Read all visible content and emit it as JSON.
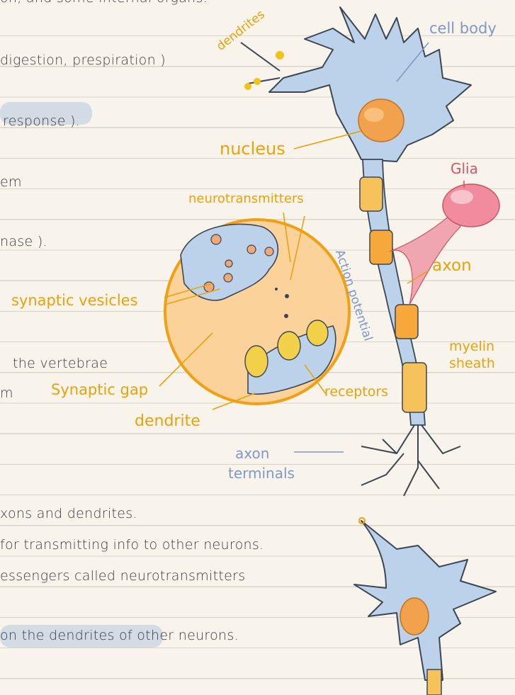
{
  "notes": {
    "line1": "on, and some internal organs.",
    "line2": "digestion, prespiration )",
    "line3": "response ).",
    "line4": "em",
    "line5": "nase ).",
    "line6": "the vertebrae",
    "line7": "m",
    "line8": "xons and dendrites.",
    "line9": "for transmitting info to other neurons.",
    "line10": "essengers called neurotransmitters",
    "line11": "on the dendrites of other neurons."
  },
  "labels": {
    "dendrites": "dendrites",
    "cell_body": "cell body",
    "nucleus": "nucleus",
    "glia": "Glia",
    "neurotransmitters": "neurotransmitters",
    "action_potential": "Action potential",
    "axon": "axon",
    "synaptic_vesicles": "synaptic vesicles",
    "myelin": "myelin",
    "sheath": "sheath",
    "synaptic_gap": "Synaptic gap",
    "receptors": "receptors",
    "dendrite": "dendrite",
    "axon_terminals_1": "axon",
    "axon_terminals_2": "terminals"
  },
  "colors": {
    "yellow": "#e8a20c",
    "blue": "#7f98c6",
    "red": "#d9536a",
    "neuron_fill": "#bcd2ea",
    "synapse_fill": "#fbd39a"
  }
}
